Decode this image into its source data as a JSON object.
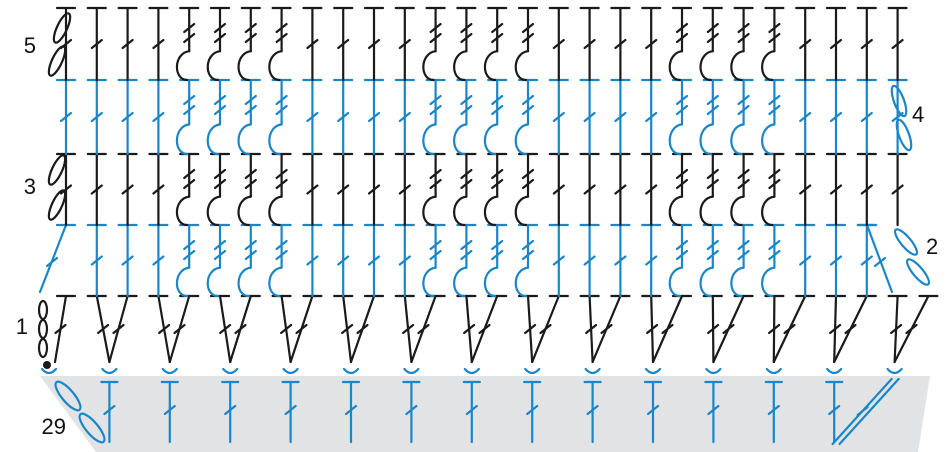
{
  "row_labels": {
    "row1": "1",
    "row2": "2",
    "row3": "3",
    "row4": "4",
    "row5": "5",
    "row29": "29"
  },
  "colors": {
    "dark": "#1a1a1a",
    "blue": "#1a86c7",
    "band": "#e2e3e5",
    "background": "#ffffff"
  },
  "pattern": {
    "stitches_per_row": 28,
    "base_groups": 15,
    "cable_columns": [
      4,
      5,
      6,
      7,
      12,
      13,
      14,
      15,
      20,
      21,
      22,
      23
    ],
    "rows": [
      {
        "row": 29,
        "color": "blue"
      },
      {
        "row": 1,
        "color": "dark"
      },
      {
        "row": 2,
        "color": "blue"
      },
      {
        "row": 3,
        "color": "dark"
      },
      {
        "row": 4,
        "color": "blue"
      },
      {
        "row": 5,
        "color": "dark"
      }
    ]
  }
}
